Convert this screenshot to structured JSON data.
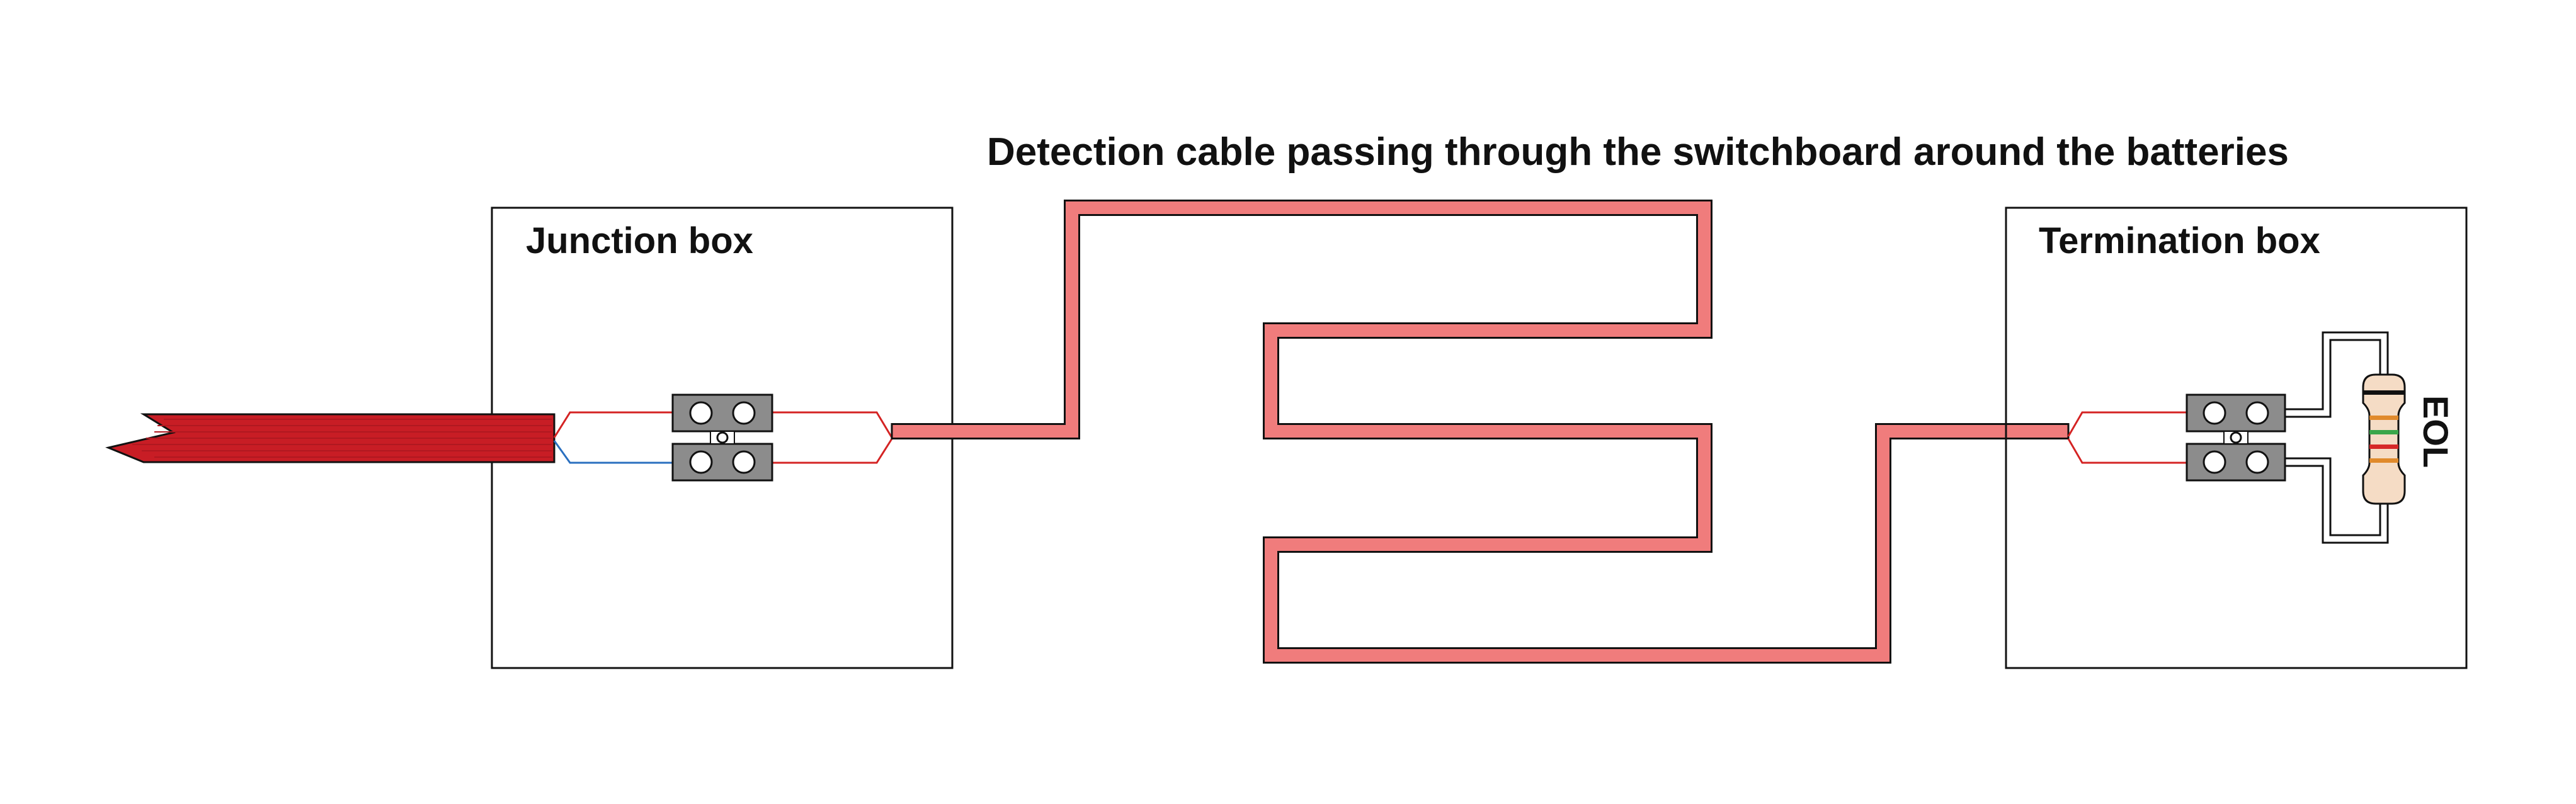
{
  "title": "Detection cable passing through the switchboard around the batteries",
  "junction_box": {
    "label": "Junction box"
  },
  "termination_box": {
    "label": "Termination box"
  },
  "eol": {
    "label": "EOL"
  },
  "colors": {
    "feed_cable": "#c81d25",
    "detection_cable": "#f07c7c",
    "wire_red": "#d42323",
    "wire_blue": "#2a6fbf",
    "terminal_block": "#8c8c8c",
    "resistor_body": "#f5dcc5",
    "outline": "#111111"
  },
  "icons": {
    "terminal_block": "terminal-block-icon",
    "resistor": "resistor-icon",
    "cable_end": "cut-cable-end-icon"
  }
}
